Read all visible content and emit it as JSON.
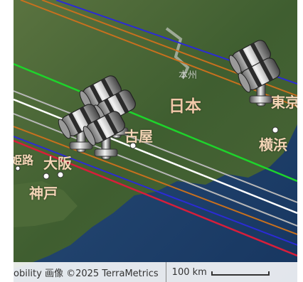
{
  "map": {
    "labels": {
      "nagoya": "古屋",
      "nihon": "日本",
      "yokohama": "横浜",
      "tokyo": "東京",
      "osaka": "大阪",
      "kobe": "神戸",
      "himeji": "姫路",
      "honshu": "本州"
    },
    "colors": {
      "land": "#4f6b3a",
      "sea": "#1f3f6b",
      "blue_line": "#2b2bd6",
      "orange_line": "#c8701e",
      "green_line": "#1ed42b",
      "white_line": "#ffffff",
      "gray_line": "#b8b8b8",
      "red_line": "#d81e3a"
    },
    "icons": [
      "telescope-icon",
      "telescope-icon",
      "telescope-icon",
      "telescope-icon",
      "telescope-icon",
      "telescope-icon"
    ]
  },
  "attribution": {
    "credit": "obility 画像 ©2025 TerraMetrics",
    "scale_label": "100 km"
  }
}
